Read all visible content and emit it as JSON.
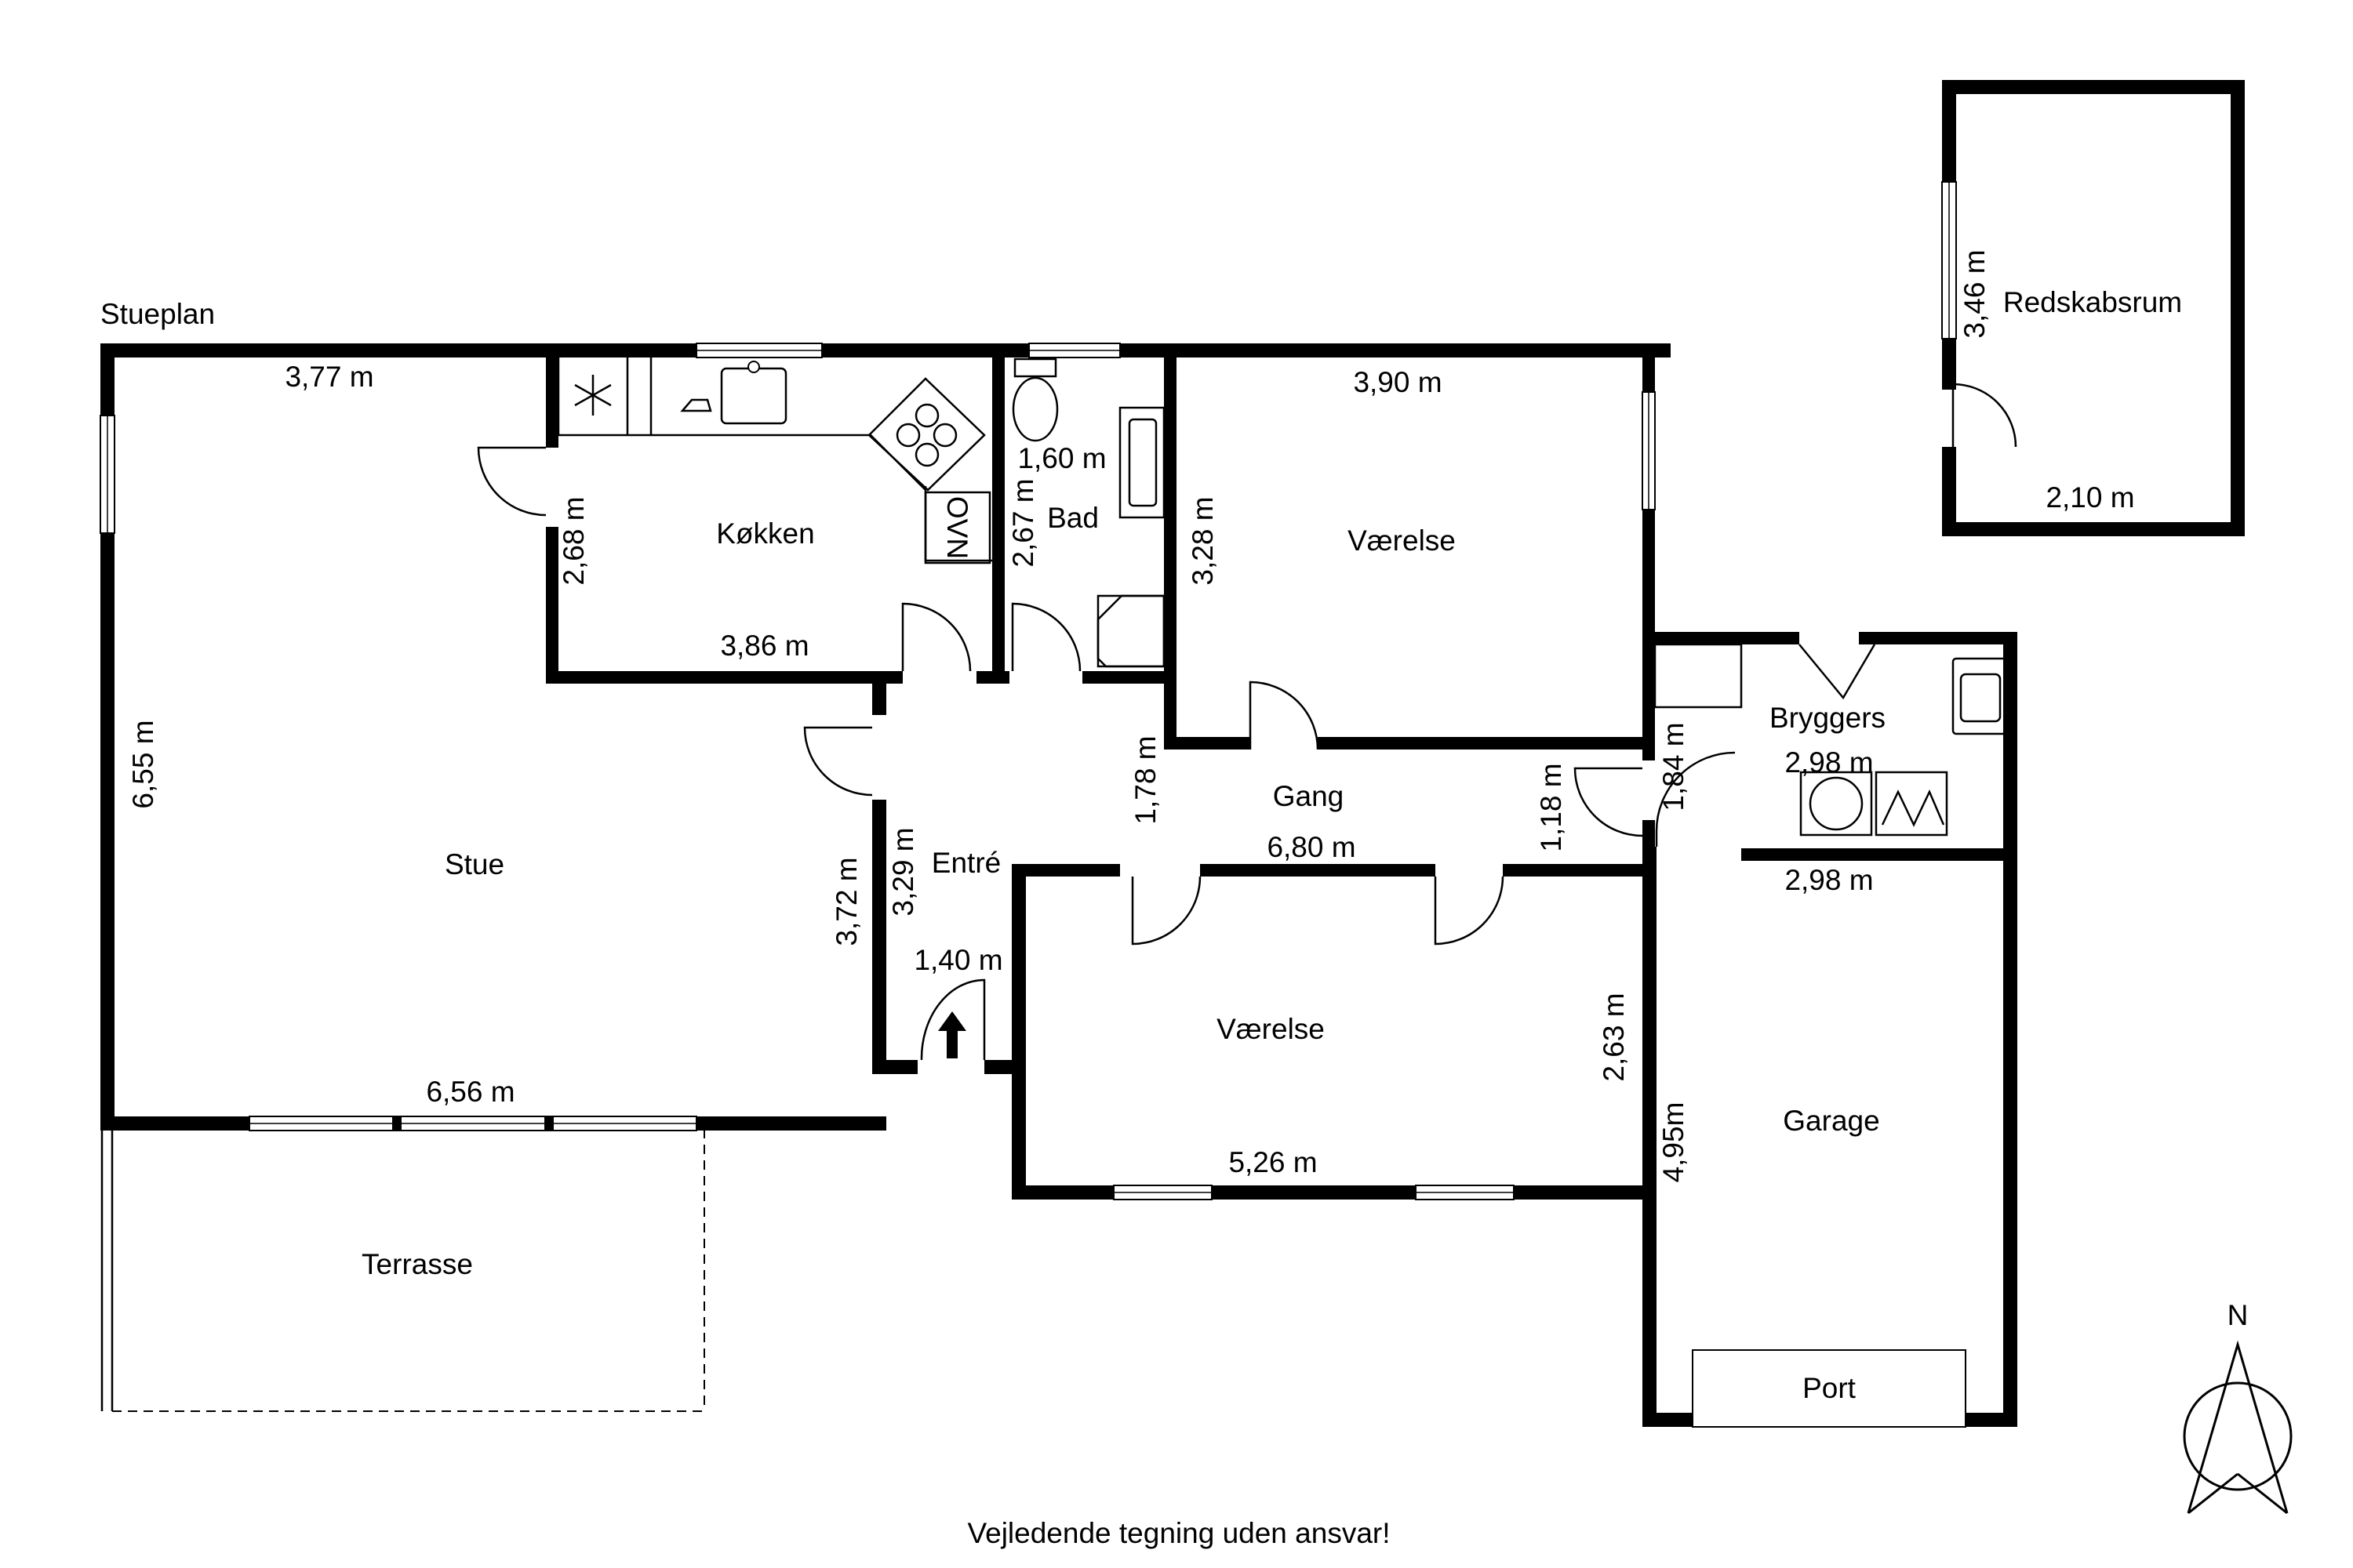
{
  "plan": {
    "title": "Stueplan",
    "disclaimer": "Vejledende tegning uden ansvar!",
    "compass": "N"
  },
  "rooms": {
    "stue": "Stue",
    "koekken": "Køkken",
    "bad": "Bad",
    "vaerelse_top": "Værelse",
    "vaerelse_bottom": "Værelse",
    "gang": "Gang",
    "entre": "Entré",
    "bryggers": "Bryggers",
    "garage": "Garage",
    "terrasse": "Terrasse",
    "redskabsrum": "Redskabsrum",
    "port": "Port",
    "oven": "OVN"
  },
  "dimensions": {
    "stue_top": "3,77 m",
    "stue_left": "6,55 m",
    "stue_bottom": "6,56 m",
    "stue_right": "3,72 m",
    "koekken_height": "2,68 m",
    "koekken_width": "3,86 m",
    "bad_width": "1,60 m",
    "bad_height": "2,67 m",
    "vaerelse_top_width": "3,90 m",
    "vaerelse_top_height": "3,28 m",
    "gang_height_left": "1,78 m",
    "gang_width": "6,80 m",
    "gang_height_right": "1,18 m",
    "entre_height": "3,29 m",
    "entre_width": "1,40 m",
    "vaerelse_bottom_height": "2,63 m",
    "vaerelse_bottom_width": "5,26 m",
    "bryggers_height": "1,84 m",
    "bryggers_width_top": "2,98 m",
    "bryggers_width_bottom": "2,98 m",
    "garage_height": "4,95m",
    "redskabsrum_height": "3,46 m",
    "redskabsrum_width": "2,10 m"
  }
}
